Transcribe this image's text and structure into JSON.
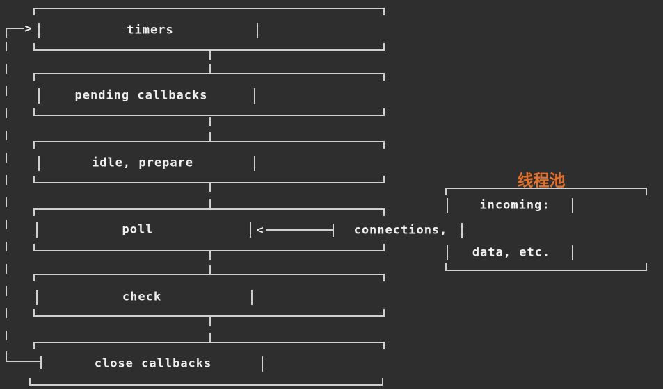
{
  "phases": [
    {
      "label": "timers"
    },
    {
      "label": "pending callbacks"
    },
    {
      "label": "idle, prepare"
    },
    {
      "label": "poll"
    },
    {
      "label": "check"
    },
    {
      "label": "close callbacks"
    }
  ],
  "threadpool": {
    "label": "线程池",
    "rows": [
      "incoming:",
      "connections,",
      "data, etc."
    ]
  },
  "glyphs": {
    "loop_arrowhead": ">",
    "poll_arrowhead": "<"
  },
  "colors": {
    "background": "#2e2e2e",
    "line": "#cfcfcf",
    "text": "#efefef",
    "accent": "#e0702d"
  }
}
